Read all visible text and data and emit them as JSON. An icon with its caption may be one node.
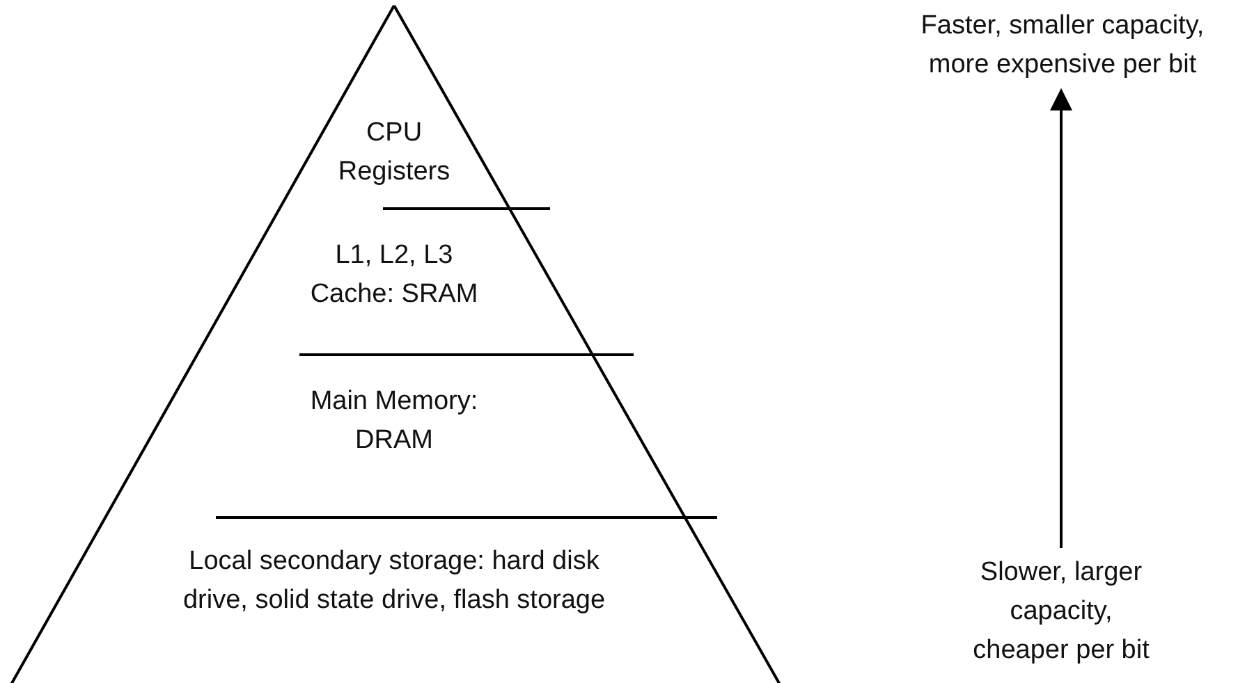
{
  "diagram": {
    "nodes": [
      {
        "text": [],
        "shape": "triangle"
      },
      {
        "text": [
          "CPU Registers"
        ],
        "in": 0
      },
      {
        "text": [
          "L1, L2, L3 Cache: SRAM"
        ],
        "in": 0
      },
      {
        "text": [
          "Main Memory: DRAM"
        ],
        "in": 0
      },
      {
        "text": [
          "Local secondary storage: hard disk drive, solid state drive, flash storage"
        ],
        "in": 0
      },
      {
        "text": [
          "Faster, smaller capacity, more expensive per bit"
        ]
      },
      {
        "text": [
          "Slower, larger capacity, cheaper per bit"
        ]
      }
    ],
    "edges": [
      {
        "from": 6,
        "to": 5,
        "arrow": "to"
      }
    ]
  }
}
